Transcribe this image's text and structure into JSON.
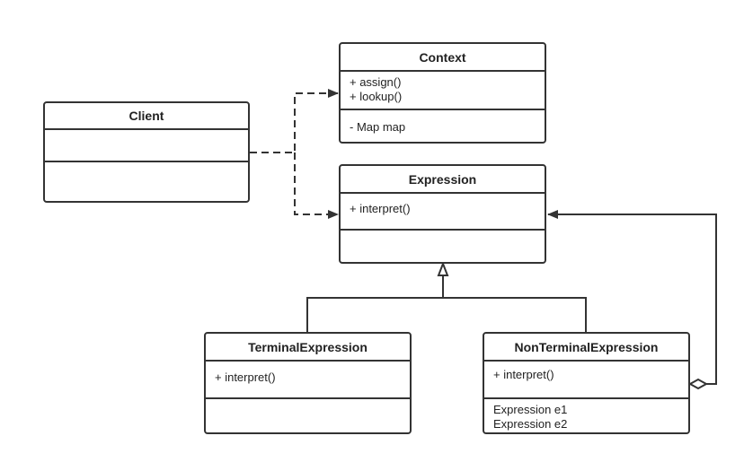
{
  "classes": {
    "client": {
      "name": "Client",
      "methods": [],
      "fields": []
    },
    "context": {
      "name": "Context",
      "methods": [
        "+ assign()",
        "+ lookup()"
      ],
      "fields": [
        "-  Map map"
      ]
    },
    "expression": {
      "name": "Expression",
      "methods": [
        "+ interpret()"
      ],
      "fields": []
    },
    "terminal": {
      "name": "TerminalExpression",
      "methods": [
        "+ interpret()"
      ],
      "fields": []
    },
    "nonterminal": {
      "name": "NonTerminalExpression",
      "methods": [
        "+ interpret()"
      ],
      "fields": [
        "Expression e1",
        "Expression e2"
      ]
    }
  },
  "relations": [
    {
      "from": "Client",
      "to": "Context",
      "type": "dependency"
    },
    {
      "from": "Client",
      "to": "Expression",
      "type": "dependency"
    },
    {
      "from": "TerminalExpression",
      "to": "Expression",
      "type": "generalization"
    },
    {
      "from": "NonTerminalExpression",
      "to": "Expression",
      "type": "generalization"
    },
    {
      "from": "NonTerminalExpression",
      "to": "Expression",
      "type": "aggregation"
    }
  ]
}
